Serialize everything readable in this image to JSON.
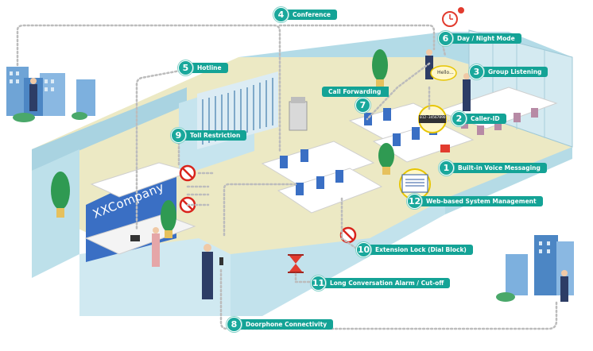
{
  "wall_sign": "XXCompany",
  "phone_display": {
    "bubble_text": "Hello...",
    "caller_id_number": "012-3456789O"
  },
  "features": [
    {
      "id": "conference",
      "number": "4",
      "label": "Conference"
    },
    {
      "id": "day-night-mode",
      "number": "6",
      "label": "Day / Night Mode"
    },
    {
      "id": "hotline",
      "number": "5",
      "label": "Hotline"
    },
    {
      "id": "group-listening",
      "number": "3",
      "label": "Group Listening"
    },
    {
      "id": "call-forwarding",
      "number": "7",
      "label": "Call Forwarding"
    },
    {
      "id": "caller-id",
      "number": "2",
      "label": "Caller-ID"
    },
    {
      "id": "toll-restriction",
      "number": "9",
      "label": "Toll Restriction"
    },
    {
      "id": "voice-messaging",
      "number": "1",
      "label": "Built-in Voice Messaging"
    },
    {
      "id": "web-management",
      "number": "12",
      "label": "Web-based System Management"
    },
    {
      "id": "extension-lock",
      "number": "10",
      "label": "Extension Lock (Dial Block)"
    },
    {
      "id": "long-conversation-alarm",
      "number": "11",
      "label": "Long Conversation Alarm / Cut-off"
    },
    {
      "id": "doorphone",
      "number": "8",
      "label": "Doorphone Connectivity"
    }
  ],
  "colors": {
    "accent": "#14a396",
    "floor": "#ece9c4",
    "wall": "#b9dde8",
    "glass": "#d6ecf3",
    "desk": "#ffffff",
    "path": "#bcbcbc",
    "no_symbol": "#d9241c"
  }
}
